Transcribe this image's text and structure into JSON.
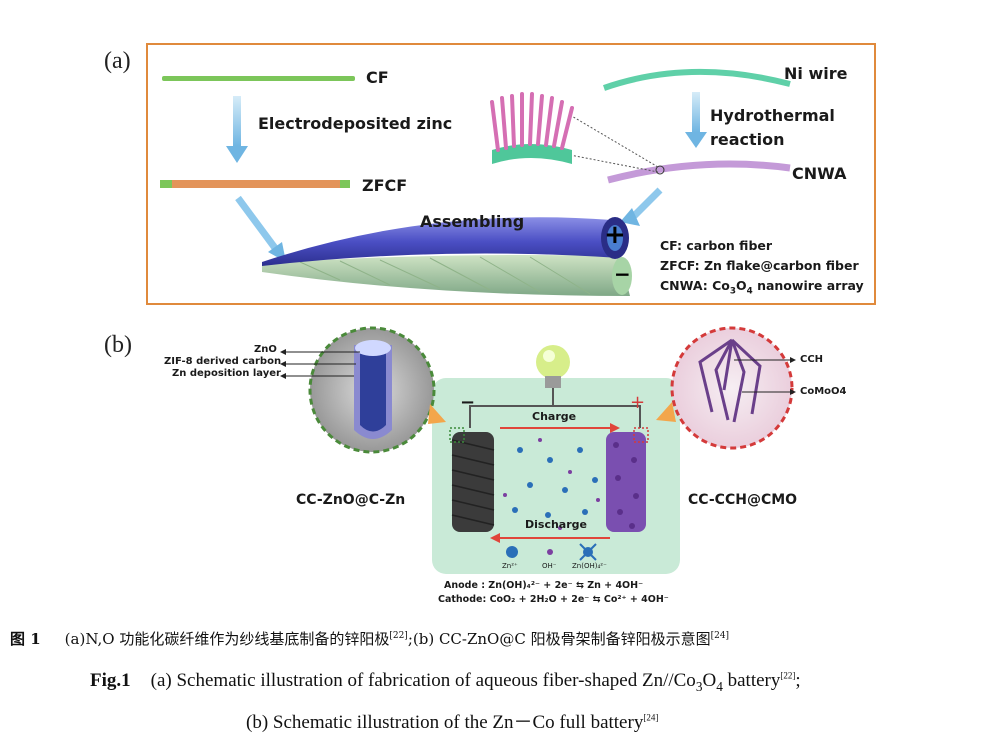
{
  "panel_a": {
    "letter": "(a)",
    "cf_label": "CF",
    "step1": "Electrodeposited zinc",
    "zfcf_label": "ZFCF",
    "ni_label": "Ni wire",
    "step2_line1": "Hydrothermal",
    "step2_line2": "reaction",
    "cnwa_label": "CNWA",
    "assembling": "Assembling",
    "legend": {
      "cf": "CF: carbon fiber",
      "zfcf": "ZFCF: Zn flake@carbon fiber",
      "cnwa_prefix": "CNWA: Co",
      "cnwa_sub1": "3",
      "cnwa_mid": "O",
      "cnwa_sub2": "4",
      "cnwa_suffix": " nanowire array"
    },
    "plus": "+",
    "minus": "−"
  },
  "panel_b": {
    "letter": "(b)",
    "zno": "ZnO",
    "zif": "ZIF-8 derived carbon",
    "zn_layer": "Zn deposition layer",
    "cch": "CCH",
    "comoo4": "CoMoO4",
    "charge": "Charge",
    "discharge": "Discharge",
    "anode_name": "CC-ZnO@C-Zn",
    "cathode_name": "CC-CCH@CMO",
    "minus": "−",
    "plus": "+",
    "legend_zn": "Zn²⁺",
    "legend_oh": "OH⁻",
    "legend_znoh": "Zn(OH)₄²⁻",
    "anode_eq": "Anode : Zn(OH)₄²⁻ + 2e⁻ ⇆ Zn + 4OH⁻",
    "cathode_eq": "Cathode: CoO₂ + 2H₂O + 2e⁻ ⇆ Co²⁺ + 4OH⁻"
  },
  "caption": {
    "cn_label": "图 1",
    "cn_text": "(a)N,O 功能化碳纤维作为纱线基底制备的锌阳极",
    "cn_ref1": "[22]",
    "cn_text2": ";(b) CC-ZnO@C 阳极骨架制备锌阳极示意图",
    "cn_ref2": "[24]",
    "en_label": "Fig.1",
    "en_text1": "(a) Schematic illustration of fabrication of aqueous fiber-shaped Zn//Co",
    "en_sub1": "3",
    "en_mid": "O",
    "en_sub2": "4",
    "en_text1b": " battery",
    "en_ref1": "[22]",
    "en_text1c": ";",
    "en_text2": "(b) Schematic illustration of the Zn－Co full battery",
    "en_ref2": "[24]"
  }
}
